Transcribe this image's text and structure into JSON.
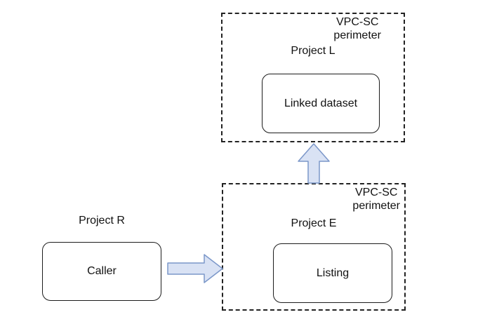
{
  "diagram": {
    "title": "",
    "top_perimeter": {
      "perimeter_label": "VPC-SC\nperimeter",
      "project_label": "Project L",
      "node_label": "Linked dataset"
    },
    "bottom_perimeter": {
      "perimeter_label": "VPC-SC\nperimeter",
      "project_label": "Project E",
      "node_label": "Listing"
    },
    "external_group": {
      "project_label": "Project R",
      "node_label": "Caller"
    },
    "arrows": [
      {
        "name": "caller-to-listing",
        "direction": "right"
      },
      {
        "name": "listing-to-linked-dataset",
        "direction": "up"
      }
    ],
    "colors": {
      "arrow_fill": "#d9e2f4",
      "arrow_stroke": "#7b97c9",
      "line": "#1c1c1c",
      "background": "#ffffff"
    }
  }
}
